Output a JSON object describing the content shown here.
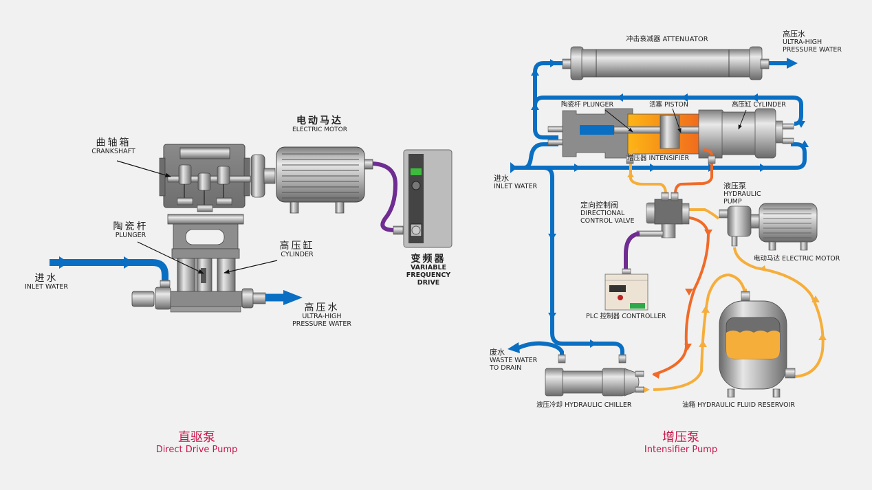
{
  "colors": {
    "background": "#f1f1f1",
    "water_pipe": "#0a6fc2",
    "hydraulic_high": "#f06a28",
    "hydraulic_low": "#f6ae3a",
    "signal_cable": "#6f2c91",
    "title_accent": "#c8174a",
    "metal": "#9a9a9a"
  },
  "direct_drive": {
    "title_cn": "直驱泵",
    "title_en": "Direct Drive Pump",
    "labels": {
      "crankshaft_cn": "曲轴箱",
      "crankshaft_en": "CRANKSHAFT",
      "motor_cn": "电动马达",
      "motor_en": "ELECTRIC MOTOR",
      "plunger_cn": "陶瓷杆",
      "plunger_en": "PLUNGER",
      "cylinder_cn": "高压缸",
      "cylinder_en": "CYLINDER",
      "inlet_cn": "进水",
      "inlet_en": "INLET WATER",
      "outlet_cn": "高压水",
      "outlet_en_1": "ULTRA-HIGH",
      "outlet_en_2": "PRESSURE WATER",
      "vfd_cn": "变频器",
      "vfd_en_1": "VARIABLE",
      "vfd_en_2": "FREQUENCY",
      "vfd_en_3": "DRIVE"
    }
  },
  "intensifier": {
    "title_cn": "增压泵",
    "title_en": "Intensifier Pump",
    "labels": {
      "attenuator": "冲击衰减器 ATTENUATOR",
      "outlet_cn": "高压水",
      "outlet_en_1": "ULTRA-HIGH",
      "outlet_en_2": "PRESSURE WATER",
      "plunger": "陶瓷杆 PLUNGER",
      "piston": "活塞 PISTON",
      "cylinder": "高压缸 CYLINDER",
      "intensifier": "增压器 INTENSIFIER",
      "inlet_cn": "进水",
      "inlet_en": "INLET WATER",
      "valve_cn": "定向控制阀",
      "valve_en_1": "DIRECTIONAL",
      "valve_en_2": "CONTROL VALVE",
      "pump_cn": "液压泵",
      "pump_en_1": "HYDRAULIC",
      "pump_en_2": "PUMP",
      "motor": "电动马达 ELECTRIC MOTOR",
      "plc": "PLC 控制器 CONTROLLER",
      "waste_cn": "废水",
      "waste_en_1": "WASTE WATER",
      "waste_en_2": "TO DRAIN",
      "chiller": "液压冷却 HYDRAULIC CHILLER",
      "reservoir": "油箱 HYDRAULIC FLUID RESERVOIR"
    }
  }
}
